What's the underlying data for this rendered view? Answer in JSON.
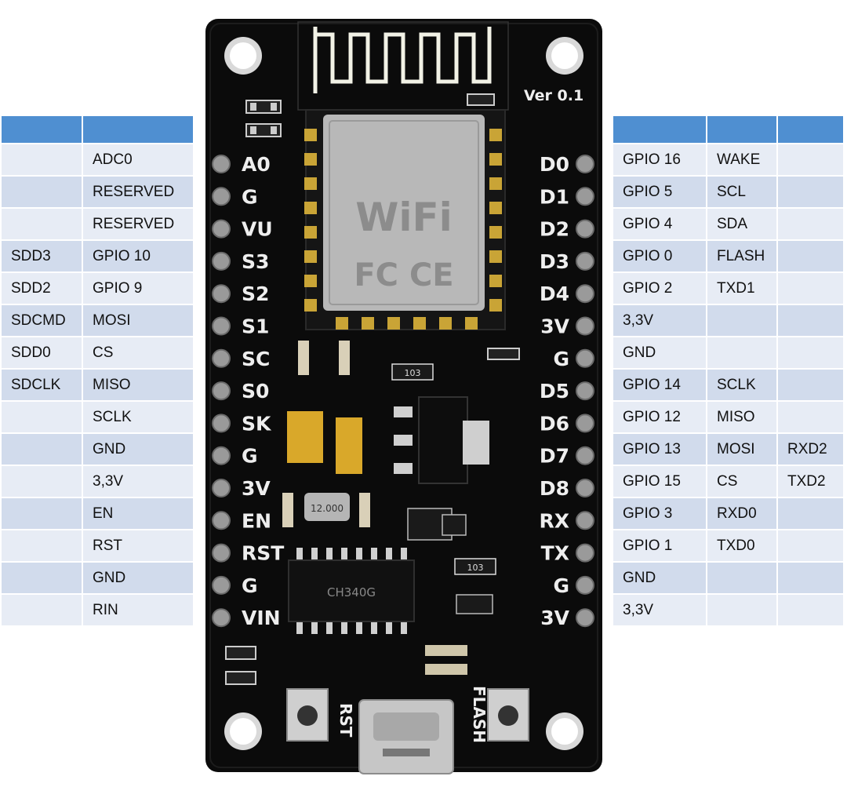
{
  "left_pins": [
    {
      "c1": "",
      "c2": "ADC0"
    },
    {
      "c1": "",
      "c2": "RESERVED"
    },
    {
      "c1": "",
      "c2": "RESERVED"
    },
    {
      "c1": "SDD3",
      "c2": "GPIO 10"
    },
    {
      "c1": "SDD2",
      "c2": "GPIO 9"
    },
    {
      "c1": "SDCMD",
      "c2": "MOSI"
    },
    {
      "c1": "SDD0",
      "c2": "CS"
    },
    {
      "c1": "SDCLK",
      "c2": "MISO"
    },
    {
      "c1": "",
      "c2": "SCLK"
    },
    {
      "c1": "",
      "c2": "GND"
    },
    {
      "c1": "",
      "c2": "3,3V"
    },
    {
      "c1": "",
      "c2": "EN"
    },
    {
      "c1": "",
      "c2": "RST"
    },
    {
      "c1": "",
      "c2": "GND"
    },
    {
      "c1": "",
      "c2": "RIN"
    }
  ],
  "right_pins": [
    {
      "c1": "GPIO 16",
      "c2": "WAKE",
      "c3": ""
    },
    {
      "c1": "GPIO 5",
      "c2": "SCL",
      "c3": ""
    },
    {
      "c1": "GPIO 4",
      "c2": "SDA",
      "c3": ""
    },
    {
      "c1": "GPIO 0",
      "c2": "FLASH",
      "c3": ""
    },
    {
      "c1": "GPIO 2",
      "c2": "TXD1",
      "c3": ""
    },
    {
      "c1": "3,3V",
      "c2": "",
      "c3": ""
    },
    {
      "c1": "GND",
      "c2": "",
      "c3": ""
    },
    {
      "c1": "GPIO 14",
      "c2": "SCLK",
      "c3": ""
    },
    {
      "c1": "GPIO 12",
      "c2": "MISO",
      "c3": ""
    },
    {
      "c1": "GPIO 13",
      "c2": "MOSI",
      "c3": "RXD2"
    },
    {
      "c1": "GPIO 15",
      "c2": "CS",
      "c3": "TXD2"
    },
    {
      "c1": "GPIO 3",
      "c2": "RXD0",
      "c3": ""
    },
    {
      "c1": "GPIO 1",
      "c2": "TXD0",
      "c3": ""
    },
    {
      "c1": "GND",
      "c2": "",
      "c3": ""
    },
    {
      "c1": "3,3V",
      "c2": "",
      "c3": ""
    }
  ],
  "board": {
    "version_label": "Ver 0.1",
    "left_silk": [
      "A0",
      "G",
      "VU",
      "S3",
      "S2",
      "S1",
      "SC",
      "S0",
      "SK",
      "G",
      "3V",
      "EN",
      "RST",
      "G",
      "VIN"
    ],
    "right_silk": [
      "D0",
      "D1",
      "D2",
      "D3",
      "D4",
      "3V",
      "G",
      "D5",
      "D6",
      "D7",
      "D8",
      "RX",
      "TX",
      "G",
      "3V"
    ],
    "button_rst": "RST",
    "button_flash": "FLASH",
    "chip_label": "CH340G",
    "crystal_label": "12.000",
    "resistor_label": "103",
    "module_label": "WiFi",
    "module_cert": "FC CE"
  },
  "colors": {
    "header": "#4f8fd1",
    "row_light": "#e7ecf5",
    "row_dark": "#d1dbec",
    "pcb": "#0b0b0b",
    "silkscreen": "#eeeeee",
    "gold_pad": "#c9a436",
    "shield": "#b8b8b8"
  }
}
